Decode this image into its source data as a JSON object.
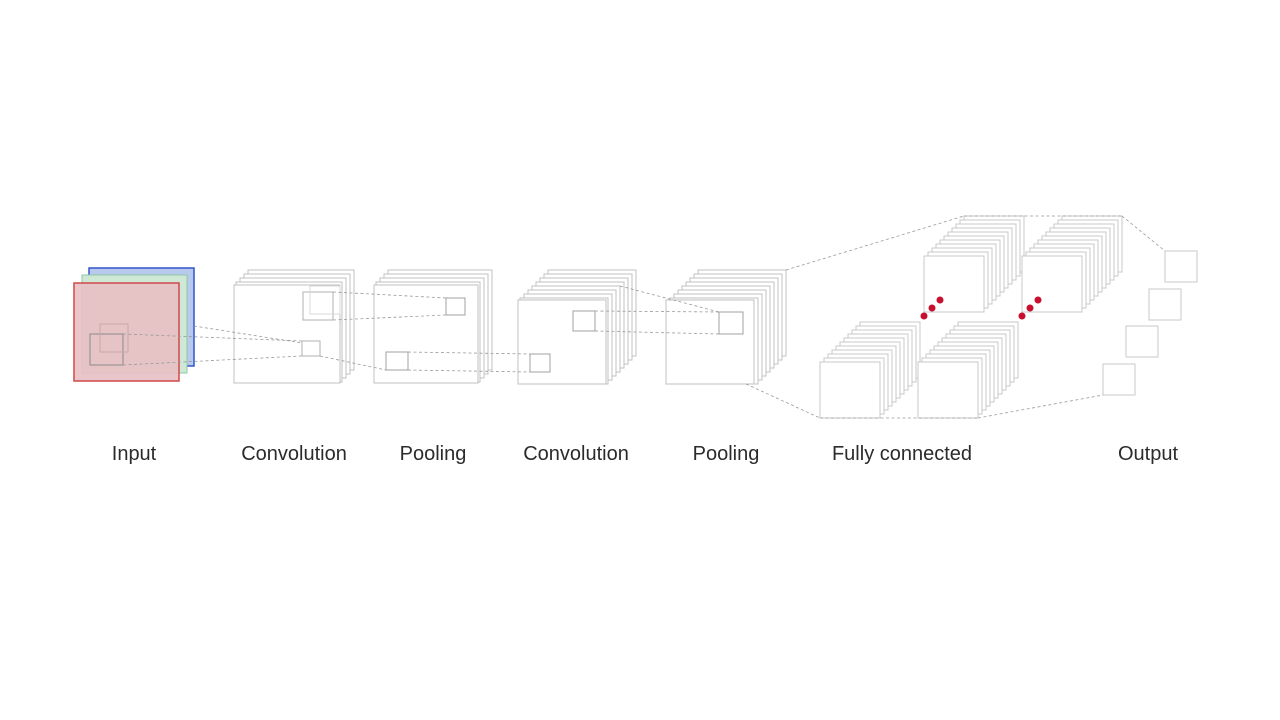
{
  "diagram": {
    "stages": [
      {
        "id": "input",
        "label": "Input"
      },
      {
        "id": "conv1",
        "label": "Convolution"
      },
      {
        "id": "pool1",
        "label": "Pooling"
      },
      {
        "id": "conv2",
        "label": "Convolution"
      },
      {
        "id": "pool2",
        "label": "Pooling"
      },
      {
        "id": "fc",
        "label": "Fully connected"
      },
      {
        "id": "output",
        "label": "Output"
      }
    ],
    "colors": {
      "channel_red": "#e8a0a0",
      "channel_green": "#cfe8d6",
      "channel_blue": "#b8c9ee",
      "channel_red_border": "#d04848",
      "channel_blue_border": "#3355cc",
      "layer_stroke": "#b8b8b8",
      "connector_dash": "#9a9a9a",
      "dot": "#c8102e",
      "label_text": "#2b2b2b"
    }
  }
}
